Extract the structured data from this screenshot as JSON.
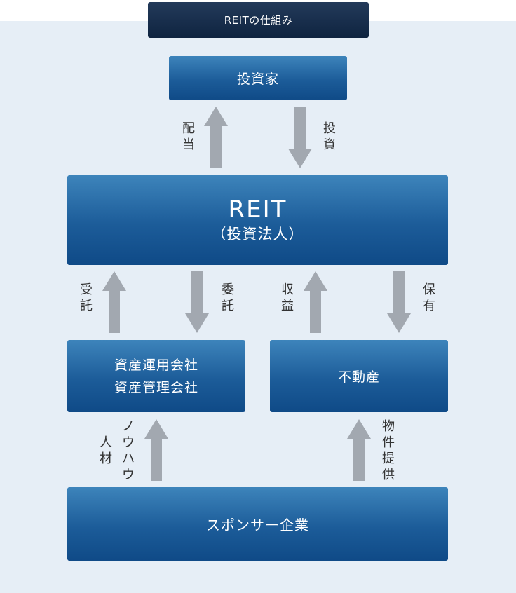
{
  "title": "REITの仕組み",
  "nodes": {
    "investor": "投資家",
    "reit_main": "REIT",
    "reit_sub": "（投資法人）",
    "asset_management": "資産運用会社",
    "asset_custody": "資産管理会社",
    "real_estate": "不動産",
    "sponsor": "スポンサー企業"
  },
  "edges": {
    "dividend": "配\n当",
    "investment": "投\n資",
    "entrust_accept": "受\n託",
    "entrust": "委\n託",
    "revenue": "収\n益",
    "holding": "保\n有",
    "knowhow": "ノ\nウ\nハ\nウ",
    "personnel": "人\n材",
    "property_supply": "物\n件\n提\n供"
  },
  "colors": {
    "box_top": "#3d84bb",
    "box_bottom": "#0f4a87",
    "title_bg": "#1a2f4d",
    "arrow": "#a2a8b0",
    "panel_bg": "#e6eef6"
  }
}
